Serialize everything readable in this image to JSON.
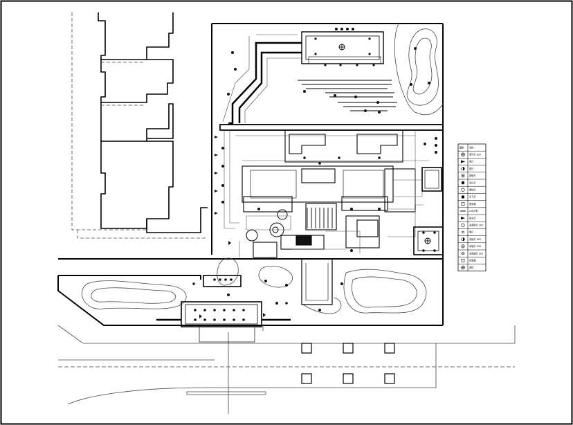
{
  "drawing": {
    "background": "#ffffff",
    "line_color": "#000000",
    "detail_color": "#444444",
    "fill_dark": "#111111"
  },
  "legend": {
    "header": [
      "图例",
      "名称"
    ],
    "rows": [
      {
        "symbol": "circle-cross-icon",
        "label": "草坪灯 LED"
      },
      {
        "symbol": "arrow-right-icon",
        "label": "射灯"
      },
      {
        "symbol": "half-circle-icon",
        "label": "壁灯"
      },
      {
        "symbol": "dot-circle-icon",
        "label": "庭院灯"
      },
      {
        "symbol": "filled-circle-icon",
        "label": "高杆灯"
      },
      {
        "symbol": "ring-icon",
        "label": "埋地灯"
      },
      {
        "symbol": "filled-square-icon",
        "label": "水下灯"
      },
      {
        "symbol": "square-icon",
        "label": "配电箱"
      },
      {
        "symbol": "line-icon",
        "label": "LED灯带"
      },
      {
        "symbol": "arrow-right-icon",
        "label": "投光灯"
      },
      {
        "symbol": "circle-icon",
        "label": "景观射灯 LED"
      },
      {
        "symbol": "circle-small-icon",
        "label": "筒灯"
      },
      {
        "symbol": "half-filled-icon",
        "label": "洗墙灯 LED"
      },
      {
        "symbol": "dot-circle-icon",
        "label": "地埋灯 LED"
      },
      {
        "symbol": "sun-icon",
        "label": "太阳能灯 LED"
      },
      {
        "symbol": "square-icon",
        "label": "控制箱"
      },
      {
        "symbol": "cross-circle-icon",
        "label": "监控"
      }
    ]
  }
}
